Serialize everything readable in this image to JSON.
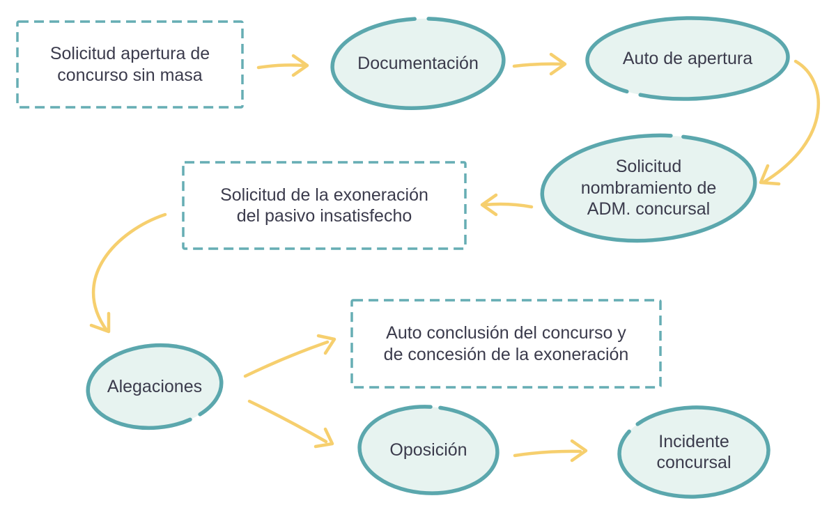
{
  "diagram": {
    "language": "es",
    "nodes": {
      "solicitud_apertura": {
        "label": "Solicitud apertura de\nconcurso sin masa",
        "shape": "dashed-box"
      },
      "documentacion": {
        "label": "Documentación",
        "shape": "ellipse"
      },
      "auto_apertura": {
        "label": "Auto de apertura",
        "shape": "ellipse"
      },
      "solicitud_nombramiento": {
        "label": "Solicitud\nnombramiento de\nADM. concursal",
        "shape": "ellipse"
      },
      "solicitud_exoneracion": {
        "label": "Solicitud de la exoneración\ndel pasivo insatisfecho",
        "shape": "dashed-box"
      },
      "alegaciones": {
        "label": "Alegaciones",
        "shape": "ellipse"
      },
      "auto_conclusion": {
        "label": "Auto conclusión del concurso y\nde concesión de la exoneración",
        "shape": "dashed-box"
      },
      "oposicion": {
        "label": "Oposición",
        "shape": "ellipse"
      },
      "incidente_concursal": {
        "label": "Incidente\nconcursal",
        "shape": "ellipse"
      }
    },
    "edges": [
      {
        "from": "solicitud_apertura",
        "to": "documentacion"
      },
      {
        "from": "documentacion",
        "to": "auto_apertura"
      },
      {
        "from": "auto_apertura",
        "to": "solicitud_nombramiento"
      },
      {
        "from": "solicitud_nombramiento",
        "to": "solicitud_exoneracion"
      },
      {
        "from": "solicitud_exoneracion",
        "to": "alegaciones"
      },
      {
        "from": "alegaciones",
        "to": "auto_conclusion"
      },
      {
        "from": "alegaciones",
        "to": "oposicion"
      },
      {
        "from": "oposicion",
        "to": "incidente_concursal"
      }
    ]
  },
  "colors": {
    "teal_stroke": "#5ba7ad",
    "teal_fill": "#e7f3f0",
    "dashed_border": "#66adb4",
    "arrow_yellow": "#f6cf6e",
    "text": "#3b3b4c",
    "background": "#ffffff"
  }
}
